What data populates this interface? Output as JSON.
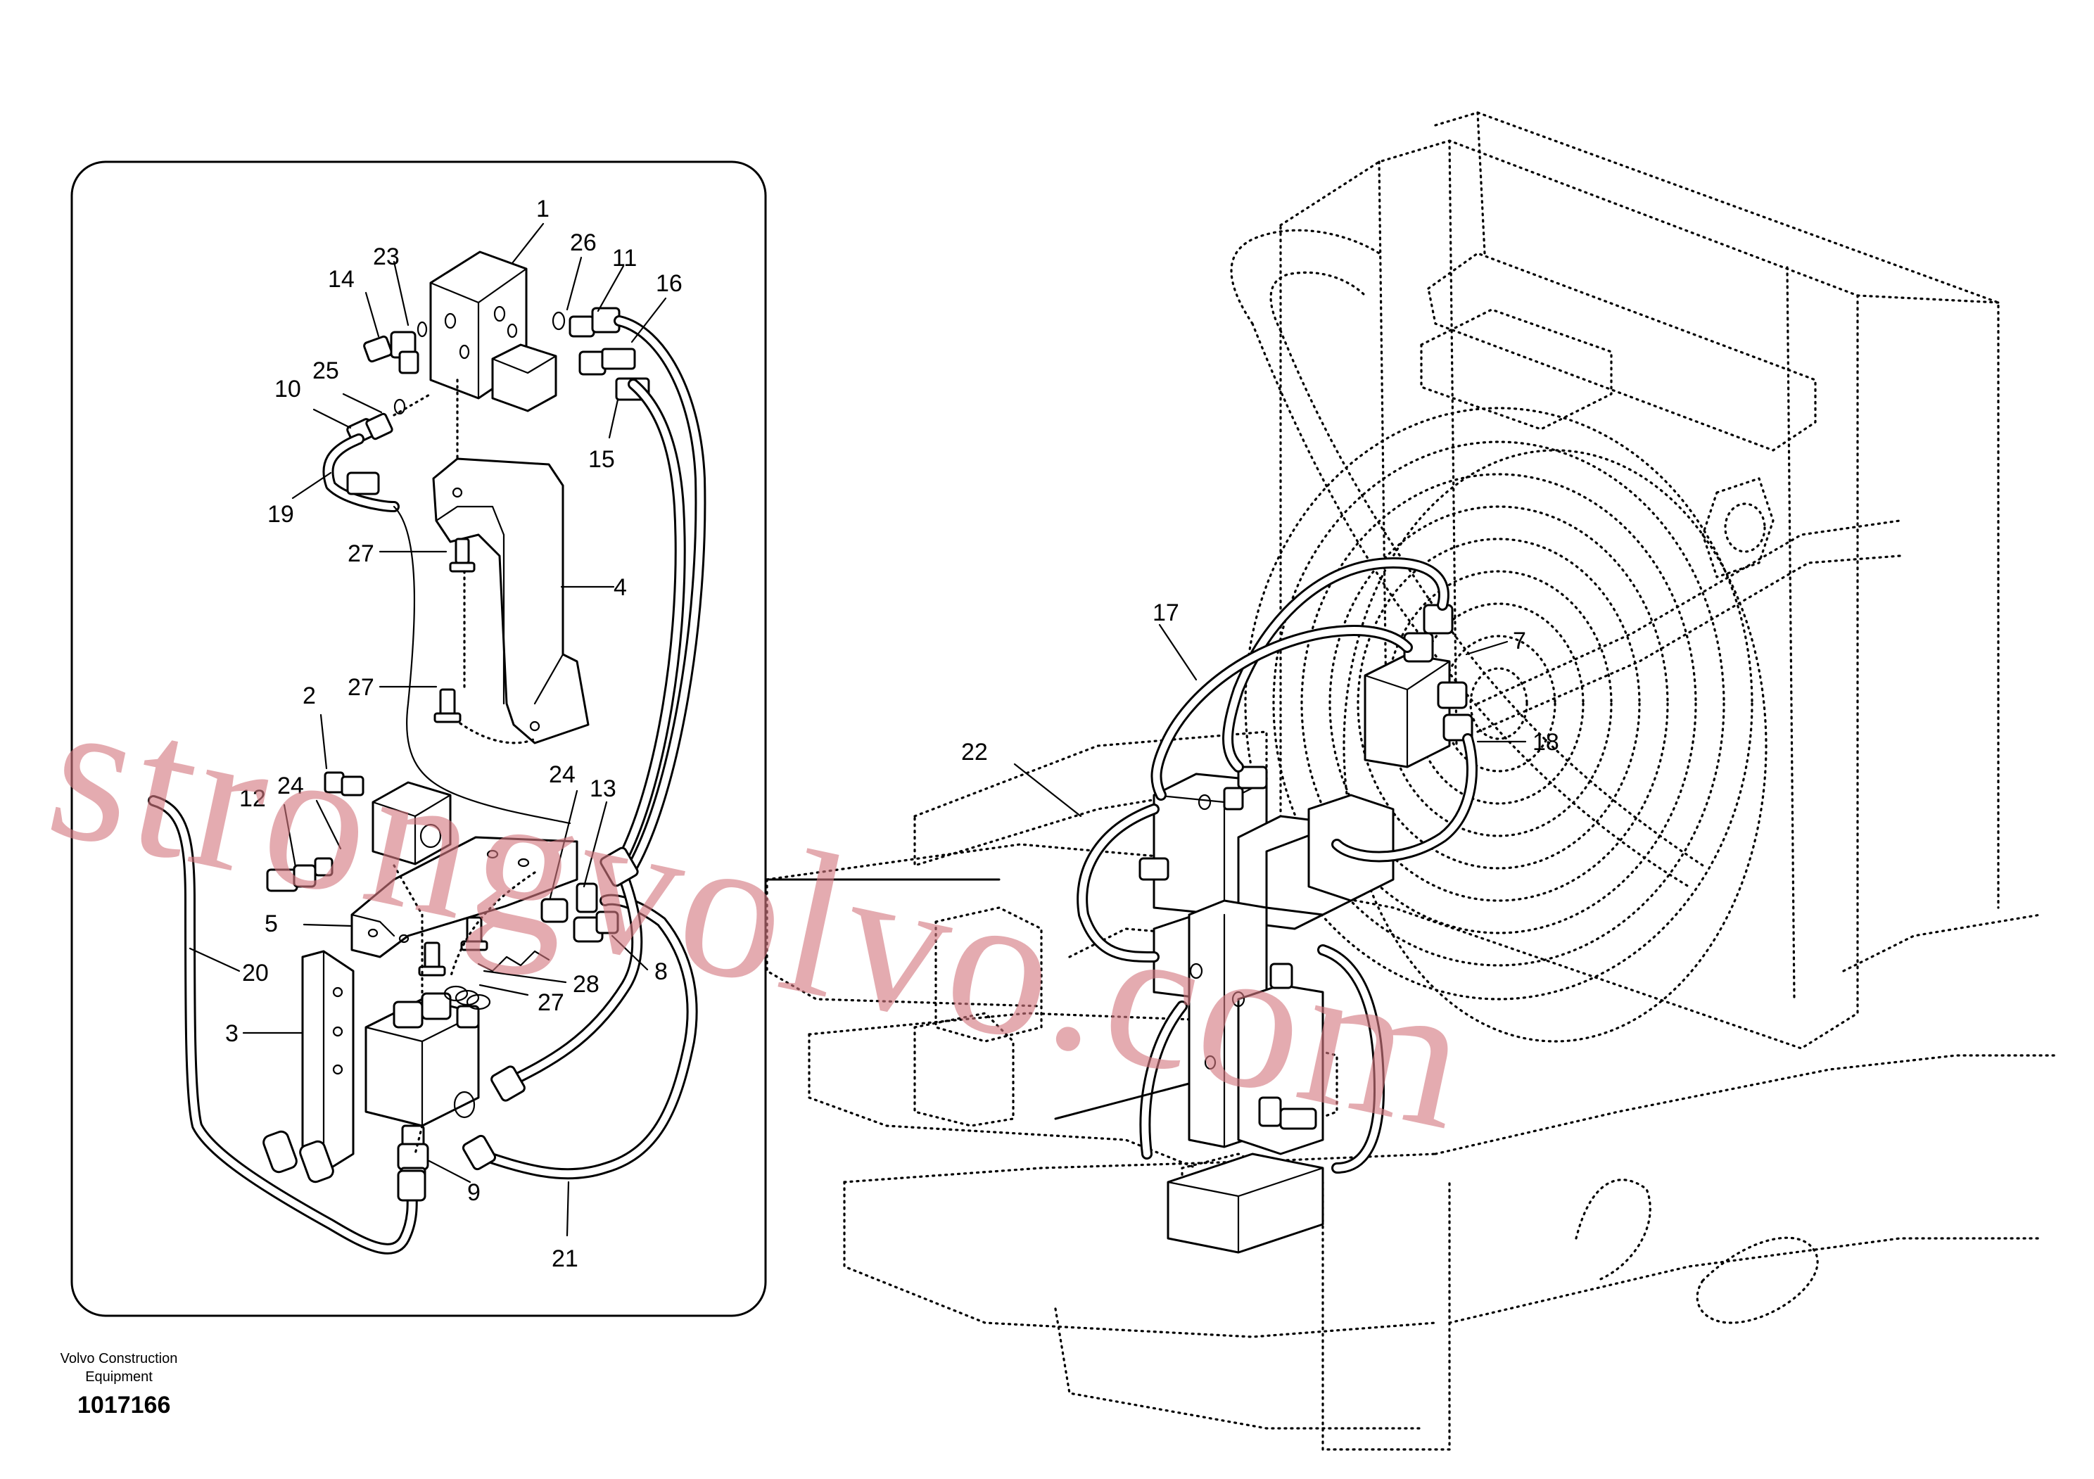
{
  "callouts": {
    "c1": "1",
    "c2": "2",
    "c3": "3",
    "c4": "4",
    "c5": "5",
    "c7": "7",
    "c8": "8",
    "c9": "9",
    "c10": "10",
    "c11": "11",
    "c12": "12",
    "c13": "13",
    "c14": "14",
    "c15": "15",
    "c16": "16",
    "c17": "17",
    "c18": "18",
    "c19": "19",
    "c20": "20",
    "c21": "21",
    "c22": "22",
    "c23": "23",
    "c24a": "24",
    "c24b": "24",
    "c25": "25",
    "c26": "26",
    "c27a": "27",
    "c27b": "27",
    "c27c": "27",
    "c28": "28"
  },
  "watermark": "strongvolvo.com",
  "footer": {
    "manufacturer_line1": "Volvo Construction",
    "manufacturer_line2": "Equipment",
    "drawing_number": "1017166"
  }
}
